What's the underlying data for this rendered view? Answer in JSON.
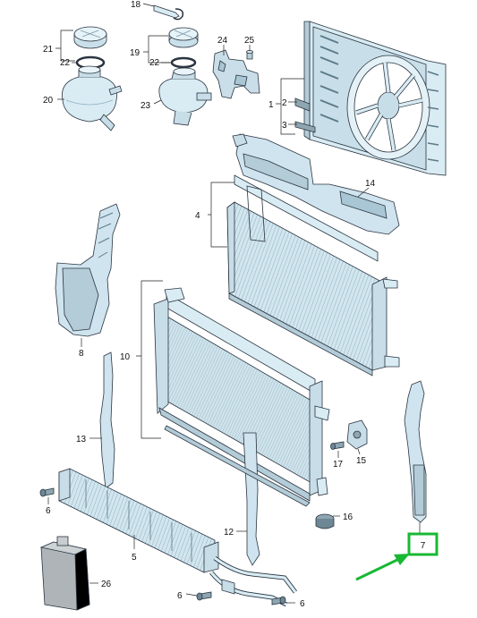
{
  "title": "",
  "accent_colors": {
    "part_fill": "#d9ecf4",
    "part_shade": "#a9c9d6",
    "highlight_box": "#19b833",
    "arrow": "#19b833",
    "line": "#222222"
  },
  "callouts": [
    {
      "id": "18",
      "text": "18"
    },
    {
      "id": "21",
      "text": "21"
    },
    {
      "id": "22a",
      "text": "22"
    },
    {
      "id": "20",
      "text": "20"
    },
    {
      "id": "19",
      "text": "19"
    },
    {
      "id": "22b",
      "text": "22"
    },
    {
      "id": "23",
      "text": "23"
    },
    {
      "id": "24",
      "text": "24"
    },
    {
      "id": "25",
      "text": "25"
    },
    {
      "id": "1",
      "text": "1"
    },
    {
      "id": "2",
      "text": "2"
    },
    {
      "id": "3",
      "text": "3"
    },
    {
      "id": "14",
      "text": "14"
    },
    {
      "id": "4",
      "text": "4"
    },
    {
      "id": "8",
      "text": "8"
    },
    {
      "id": "10",
      "text": "10"
    },
    {
      "id": "13",
      "text": "13"
    },
    {
      "id": "17",
      "text": "17"
    },
    {
      "id": "15",
      "text": "15"
    },
    {
      "id": "6a",
      "text": "6"
    },
    {
      "id": "5",
      "text": "5"
    },
    {
      "id": "12",
      "text": "12"
    },
    {
      "id": "16",
      "text": "16"
    },
    {
      "id": "7",
      "text": "7"
    },
    {
      "id": "26",
      "text": "26"
    },
    {
      "id": "6b",
      "text": "6"
    },
    {
      "id": "6c",
      "text": "6"
    }
  ],
  "highlighted_part": "7"
}
